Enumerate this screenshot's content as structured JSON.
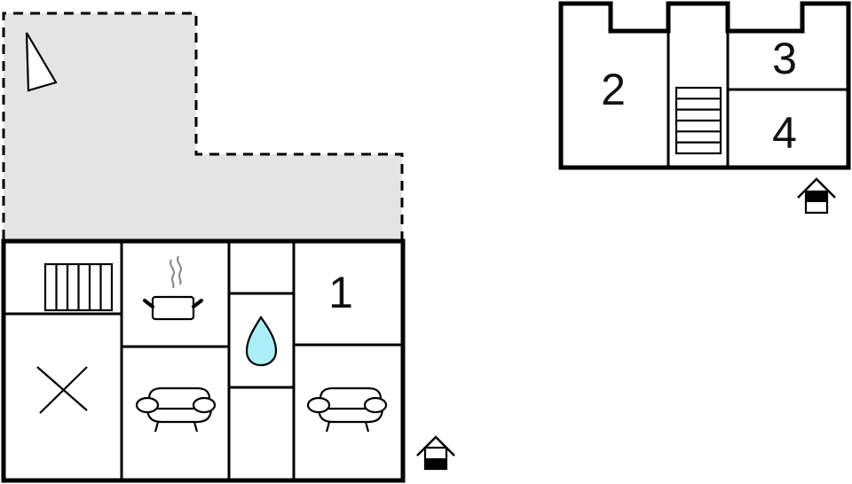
{
  "diagram": {
    "type": "floor-plan",
    "colors": {
      "outdoor_area": "#e4e4e4",
      "water_drop": "#aaeef8",
      "steam": "#8c8c8c",
      "wall": "#000000"
    },
    "ground_floor": {
      "terrace": {
        "label": "outdoor-terrace",
        "style": "dashed"
      },
      "rooms": [
        {
          "id": "stairs",
          "symbol": "staircase"
        },
        {
          "id": "dining",
          "symbol": "table-cross"
        },
        {
          "id": "kitchen",
          "symbol": "cooking-pot"
        },
        {
          "id": "hall",
          "symbol": ""
        },
        {
          "id": "bathroom",
          "symbol": "water-drop"
        },
        {
          "id": "storage",
          "symbol": ""
        },
        {
          "id": "living-room",
          "symbol": "armchair"
        },
        {
          "id": "bedroom-1",
          "number": "1"
        },
        {
          "id": "living-room-2",
          "symbol": "armchair"
        }
      ],
      "entrance": {
        "symbol": "entrance-house",
        "fill": "bottom"
      }
    },
    "upper_floor": {
      "rooms": [
        {
          "id": "bedroom-2",
          "number": "2"
        },
        {
          "id": "stair-hall",
          "symbol": "staircase"
        },
        {
          "id": "bedroom-3",
          "number": "3"
        },
        {
          "id": "bedroom-4",
          "number": "4"
        }
      ],
      "entrance": {
        "symbol": "entrance-house",
        "fill": "top"
      }
    },
    "labels": {
      "room1": "1",
      "room2": "2",
      "room3": "3",
      "room4": "4"
    }
  }
}
